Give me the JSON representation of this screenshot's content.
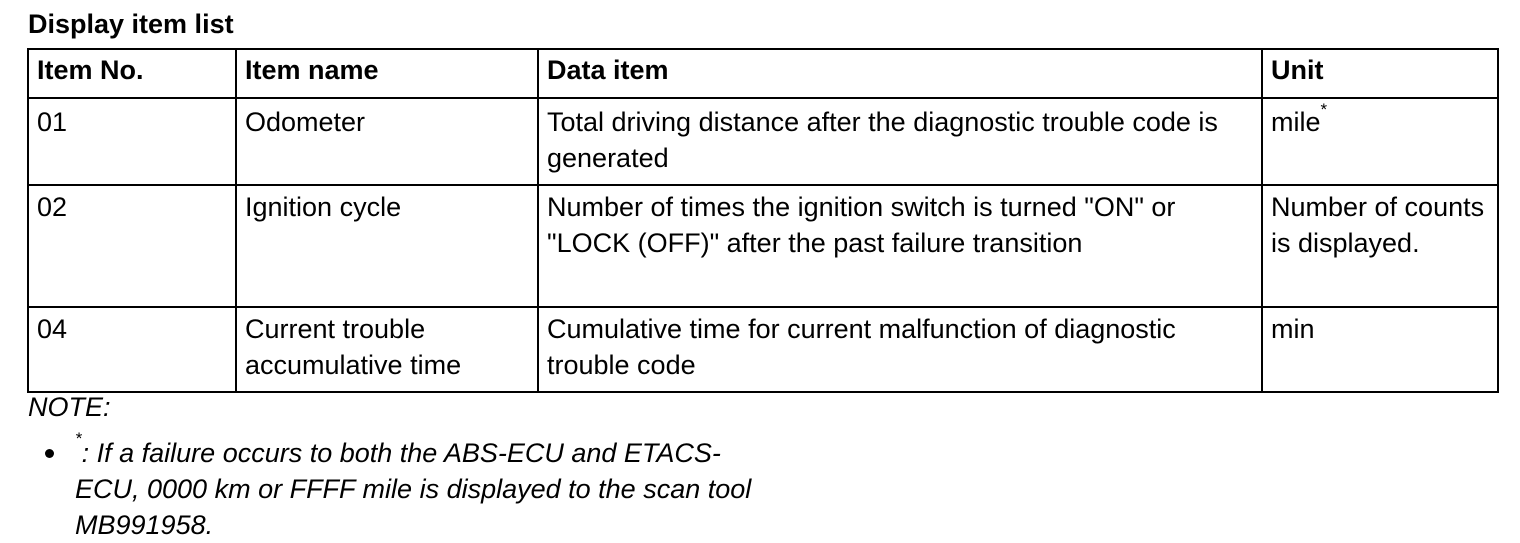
{
  "title": "Display item list",
  "table": {
    "headers": [
      "Item No.",
      "Item name",
      "Data item",
      "Unit"
    ],
    "rows": [
      {
        "item_no": "01",
        "item_name": "Odometer",
        "data_item": "Total driving distance after the diagnostic trouble code is generated",
        "unit": "mile",
        "unit_mark": "*"
      },
      {
        "item_no": "02",
        "item_name": "Ignition cycle",
        "data_item": "Number of times the ignition switch is turned \"ON\" or \"LOCK (OFF)\" after the past failure transition",
        "unit": "Number of counts is displayed.",
        "unit_mark": ""
      },
      {
        "item_no": "04",
        "item_name": "Current trouble accumulative time",
        "data_item": "Cumulative time for current malfunction of diagnostic trouble code",
        "unit": "min",
        "unit_mark": ""
      }
    ]
  },
  "note": {
    "label": "NOTE:",
    "items": [
      {
        "mark": "*",
        "text": ": If a failure occurs to both the ABS-ECU and ETACS-ECU, 0000 km or FFFF mile is displayed to the scan tool MB991958."
      }
    ]
  }
}
